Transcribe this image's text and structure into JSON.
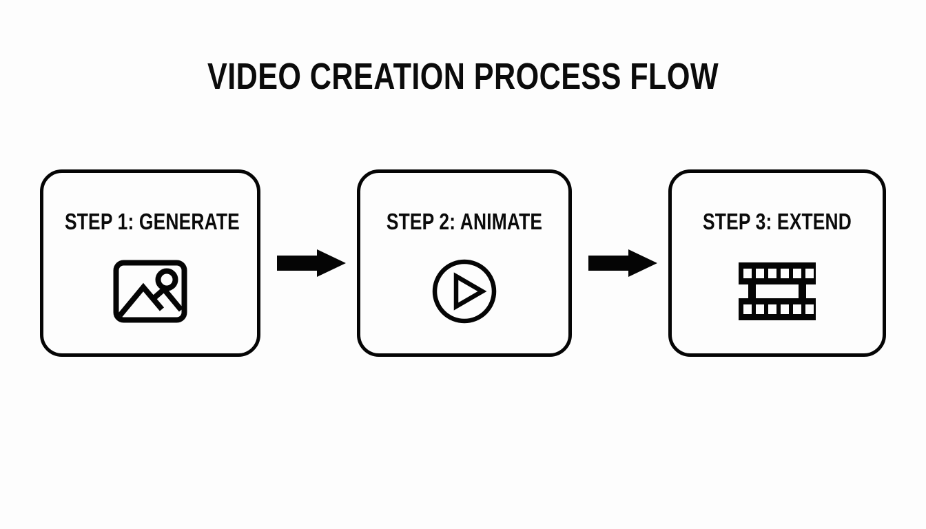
{
  "page": {
    "title": "VIDEO CREATION PROCESS FLOW",
    "background_color": "#fdfdfd",
    "ink_color": "#050505"
  },
  "diagram": {
    "type": "process-flow",
    "orientation": "horizontal",
    "step_count": 3,
    "steps": [
      {
        "label": "STEP 1: GENERATE",
        "step_number": "1",
        "action": "GENERATE",
        "icon": "image-icon"
      },
      {
        "label": "STEP 2: ANIMATE",
        "step_number": "2",
        "action": "ANIMATE",
        "icon": "play-circle-icon"
      },
      {
        "label": "STEP 3: EXTEND",
        "step_number": "3",
        "action": "EXTEND",
        "icon": "film-strip-icon"
      }
    ],
    "connectors": [
      {
        "icon": "arrow-right-icon",
        "from": "STEP 1: GENERATE",
        "to": "STEP 2: ANIMATE"
      },
      {
        "icon": "arrow-right-icon",
        "from": "STEP 2: ANIMATE",
        "to": "STEP 3: EXTEND"
      }
    ]
  }
}
